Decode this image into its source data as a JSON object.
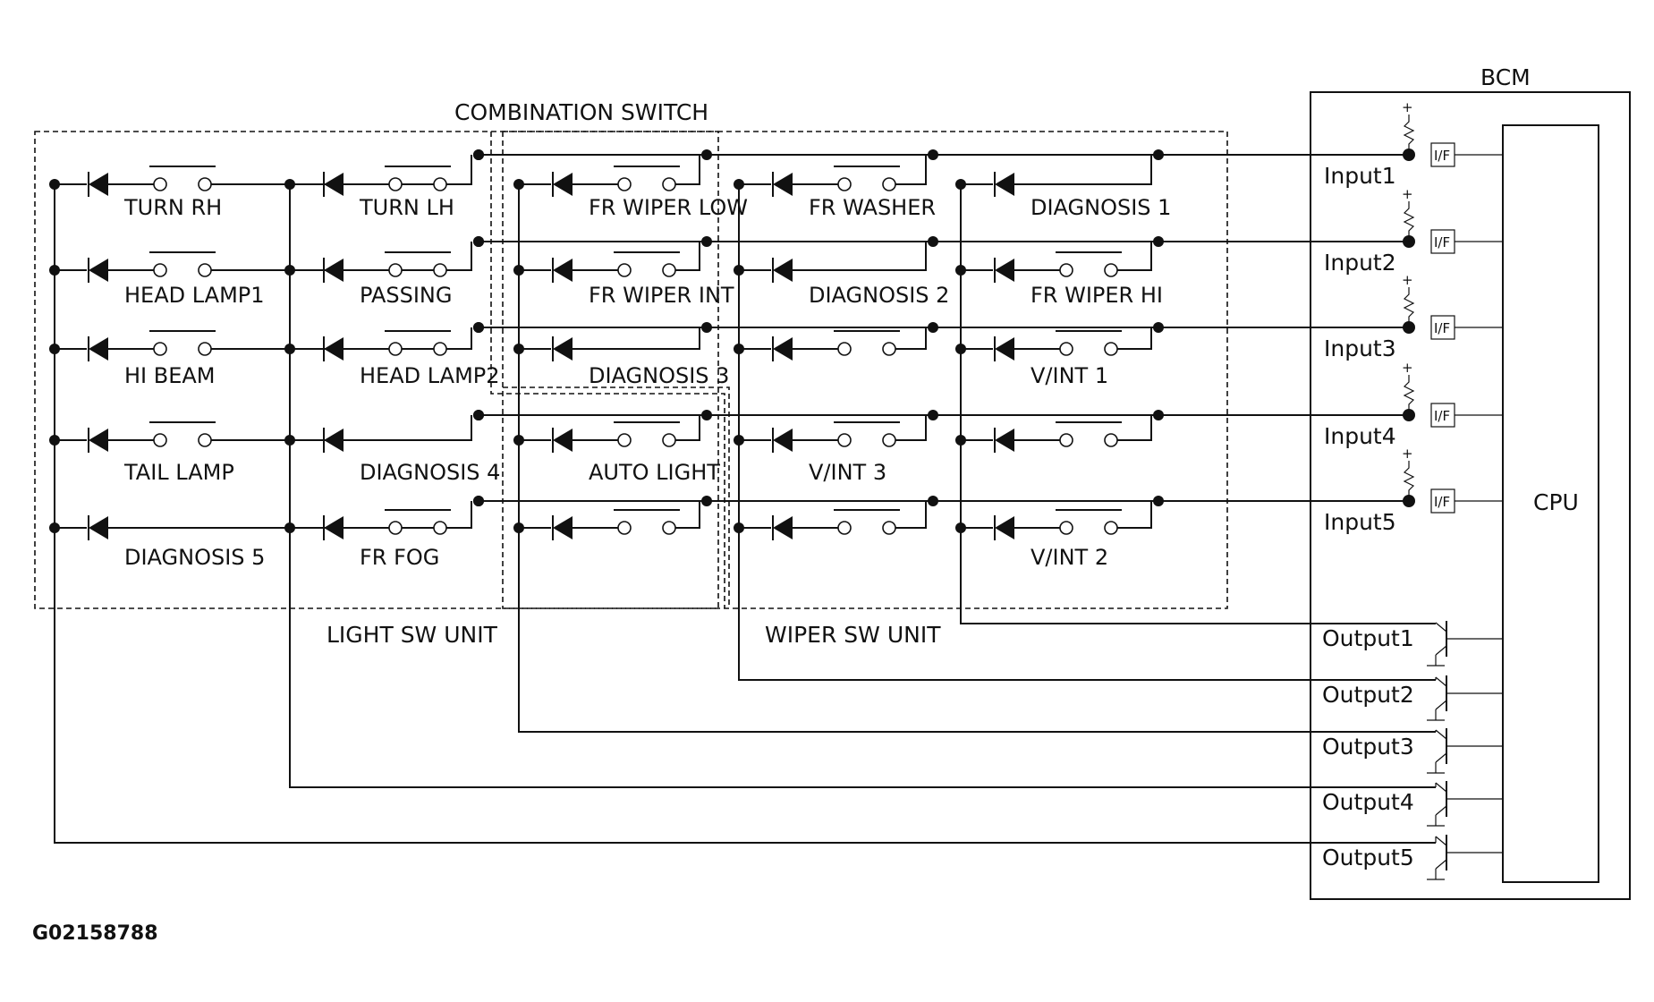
{
  "combination_switch_label": "COMBINATION SWITCH",
  "light_unit_label": "LIGHT SW UNIT",
  "wiper_unit_label": "WIPER SW UNIT",
  "bcm_label": "BCM",
  "cpu_label": "CPU",
  "figure_id": "G02158788",
  "interface_label": "I/F",
  "pullup_symbol": "+",
  "inputs": [
    "Input1",
    "Input2",
    "Input3",
    "Input4",
    "Input5"
  ],
  "outputs": [
    "Output1",
    "Output2",
    "Output3",
    "Output4",
    "Output5"
  ],
  "switch_labels": [
    [
      "TURN RH",
      "TURN LH",
      "FR WIPER LOW",
      "FR WASHER",
      "DIAGNOSIS 1"
    ],
    [
      "HEAD LAMP1",
      "PASSING",
      "FR WIPER INT",
      "DIAGNOSIS 2",
      "FR WIPER HI"
    ],
    [
      "HI BEAM",
      "HEAD LAMP2",
      "DIAGNOSIS 3",
      "",
      "V/INT 1"
    ],
    [
      "TAIL LAMP",
      "DIAGNOSIS 4",
      "AUTO LIGHT",
      "V/INT 3",
      ""
    ],
    [
      "DIAGNOSIS 5",
      "FR FOG",
      "",
      "",
      "V/INT 2"
    ]
  ],
  "switch_types": [
    [
      "switch",
      "switch",
      "switch",
      "switch",
      "diode"
    ],
    [
      "switch",
      "switch",
      "switch",
      "diode",
      "switch"
    ],
    [
      "switch",
      "switch",
      "diode",
      "switch",
      "switch"
    ],
    [
      "switch",
      "diode",
      "switch",
      "switch",
      "switch"
    ],
    [
      "diode",
      "switch",
      "switch",
      "switch",
      "switch"
    ]
  ]
}
